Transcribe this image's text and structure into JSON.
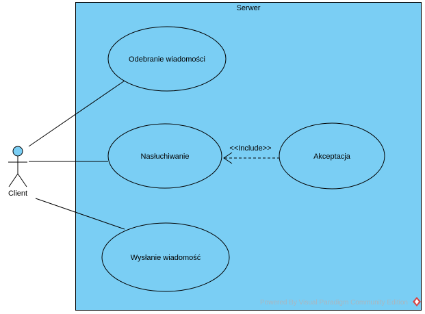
{
  "system": {
    "name": "Serwer",
    "fill": "#7acef4"
  },
  "actor": {
    "name": "Client",
    "head_fill": "#7acef4"
  },
  "use_cases": {
    "odebranie": {
      "name": "Odebranie wiadomości"
    },
    "nasluchiwanie": {
      "name": "Nasłuchiwanie"
    },
    "akceptacja": {
      "name": "Akceptacja"
    },
    "wyslanie": {
      "name": "Wysłanie wiadomość"
    }
  },
  "relations": {
    "include": {
      "stereotype": "<<Include>>",
      "from": "Akceptacja",
      "to": "Nasłuchiwanie"
    }
  },
  "watermark": {
    "text": "Powered By  Visual Paradigm Community Edition",
    "icon": "visual-paradigm-logo-icon",
    "color": "#d64545"
  }
}
